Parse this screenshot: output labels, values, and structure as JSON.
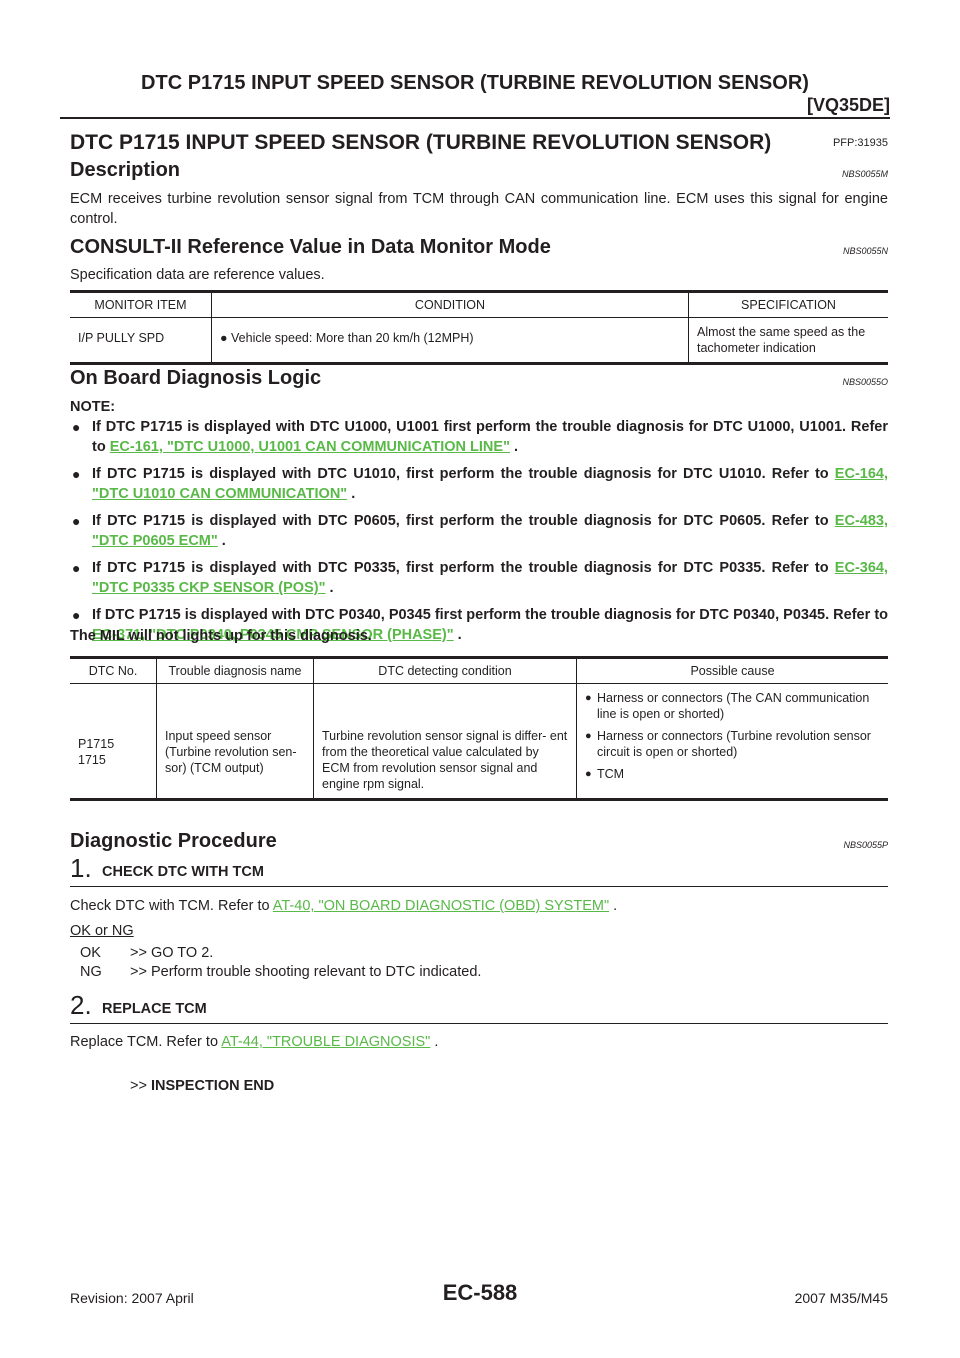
{
  "header": {
    "title": "DTC P1715 INPUT SPEED SENSOR (TURBINE REVOLUTION SENSOR)",
    "subtitle": "[VQ35DE]"
  },
  "section_main": {
    "title": "DTC P1715 INPUT SPEED SENSOR (TURBINE REVOLUTION SENSOR)",
    "pfp": "PFP:31935"
  },
  "description": {
    "title": "Description",
    "code": "NBS0055M",
    "text": "ECM receives turbine revolution sensor signal from TCM through CAN communication line. ECM uses this signal for engine control."
  },
  "consult": {
    "title": "CONSULT-II Reference Value in Data Monitor Mode",
    "code": "NBS0055N",
    "text": "Specification data are reference values.",
    "headers": [
      "MONITOR ITEM",
      "CONDITION",
      "SPECIFICATION"
    ],
    "row": {
      "item": "I/P PULLY SPD",
      "condition": "Vehicle speed: More than 20 km/h (12MPH)",
      "spec": "Almost the same speed as the tachometer indication"
    }
  },
  "obd": {
    "title": "On Board Diagnosis Logic",
    "code": "NBS0055O",
    "note_label": "NOTE:",
    "notes": [
      {
        "text": "If DTC P1715 is displayed with DTC U1000, U1001 first perform the trouble diagnosis for DTC U1000, U1001. Refer to ",
        "link": "EC-161, \"DTC U1000, U1001 CAN COMMUNICATION LINE\"",
        "tail": " ."
      },
      {
        "text": "If DTC P1715 is displayed with DTC U1010, first perform the trouble diagnosis for DTC U1010. Refer to ",
        "link": "EC-164, \"DTC U1010 CAN COMMUNICATION\"",
        "tail": " ."
      },
      {
        "text": "If DTC P1715 is displayed with DTC P0605, first perform the trouble diagnosis for DTC P0605. Refer to ",
        "link": "EC-483, \"DTC P0605 ECM\"",
        "tail": " ."
      },
      {
        "text": "If DTC P1715 is displayed with DTC P0335, first perform the trouble diagnosis for DTC P0335. Refer to ",
        "link": "EC-364, \"DTC P0335 CKP SENSOR (POS)\"",
        "tail": " ."
      },
      {
        "text": "If DTC P1715 is displayed with DTC P0340, P0345 first perform the trouble diagnosis for DTC P0340, P0345. Refer to ",
        "link": "EC-371, \"DTC P0340, P0345 CMP SENSOR (PHASE)\"",
        "tail": " ."
      }
    ],
    "mil_text": "The MIL will not lights up for this diagnosis.",
    "headers": [
      "DTC No.",
      "Trouble diagnosis name",
      "DTC detecting condition",
      "Possible cause"
    ],
    "row": {
      "dtc_line1": "P1715",
      "dtc_line2": "1715",
      "name": "Input speed sensor (Turbine revolution sen- sor) (TCM output)",
      "condition": "Turbine revolution sensor signal is differ- ent from the theoretical value calculated by ECM from revolution sensor signal and engine rpm signal.",
      "causes": [
        "Harness or connectors (The CAN communication line is open or shorted)",
        "Harness or connectors (Turbine revolution sensor circuit is open or shorted)",
        "TCM"
      ]
    }
  },
  "procedure": {
    "title": "Diagnostic Procedure",
    "code": "NBS0055P",
    "step1": {
      "num": "1.",
      "title": "CHECK DTC WITH TCM",
      "text": "Check DTC with TCM. Refer to ",
      "link": "AT-40, \"ON BOARD DIAGNOSTIC (OBD) SYSTEM\"",
      "tail": " .",
      "oking_label": "OK or NG",
      "ok_key": "OK",
      "ok_val": ">> GO TO 2.",
      "ng_key": "NG",
      "ng_val": ">> Perform trouble shooting relevant to DTC indicated."
    },
    "step2": {
      "num": "2.",
      "title": "REPLACE TCM",
      "text": "Replace TCM. Refer to ",
      "link": "AT-44, \"TROUBLE DIAGNOSIS\"",
      "tail": " .",
      "end_arrow": ">>",
      "end_text": "INSPECTION END"
    }
  },
  "footer": {
    "revision": "Revision: 2007 April",
    "page": "EC-588",
    "model": "2007 M35/M45"
  }
}
